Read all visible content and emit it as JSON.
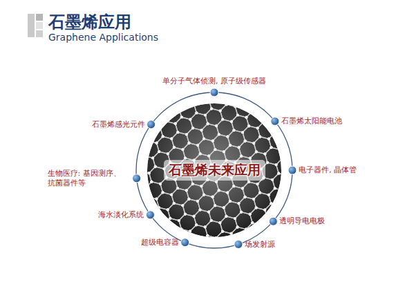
{
  "diagram": {
    "title": "石墨烯应用",
    "nodes": [
      {
        "text": [
          "石墨烯未来应用"
        ]
      }
    ],
    "labels": [
      "Graphene Applications",
      "单分子气体侦测, 原子级传感器",
      "石墨烯太阳能电池",
      "电子器件, 晶体管",
      "透明导电电极",
      "场发射源",
      "超级电容器",
      "海水淡化系统",
      "生物医疗: 基因测序、 抗菌器件等",
      "石墨烯感光元件"
    ]
  }
}
